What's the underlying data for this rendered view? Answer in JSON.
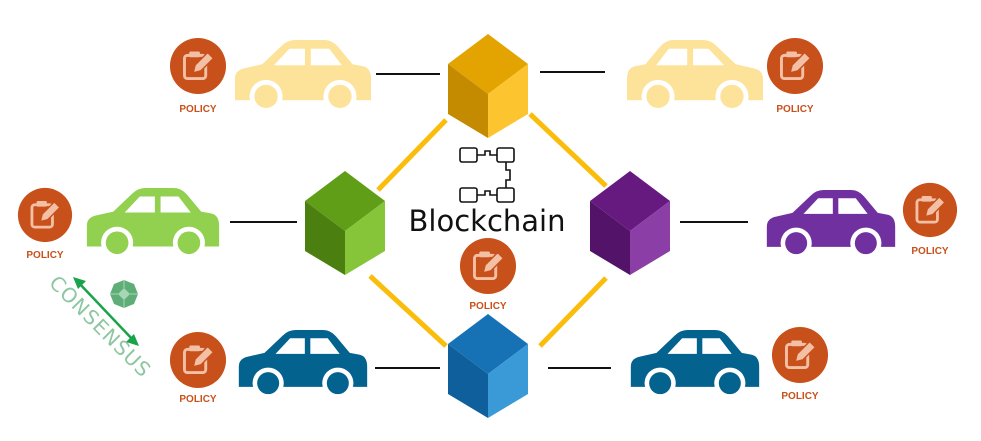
{
  "title": "Blockchain",
  "policy_label": "POLICY",
  "consensus_label": "CONSENSUS",
  "colors": {
    "policy": "#c8511b",
    "link": "#fbbd0c",
    "car_pale_yellow": "#fde29a",
    "car_green": "#92d050",
    "car_purple": "#7030a0",
    "car_blue": "#03628e",
    "cube_gold": "#f2b005",
    "cube_green": "#6aab1e",
    "cube_purple": "#6d1f88",
    "cube_blue": "#1b7fc4",
    "consensus": "#1aa34a"
  },
  "nodes": [
    {
      "name": "top",
      "cube": "cube_gold"
    },
    {
      "name": "left",
      "cube": "cube_green"
    },
    {
      "name": "right",
      "cube": "cube_purple"
    },
    {
      "name": "bottom",
      "cube": "cube_blue"
    }
  ]
}
